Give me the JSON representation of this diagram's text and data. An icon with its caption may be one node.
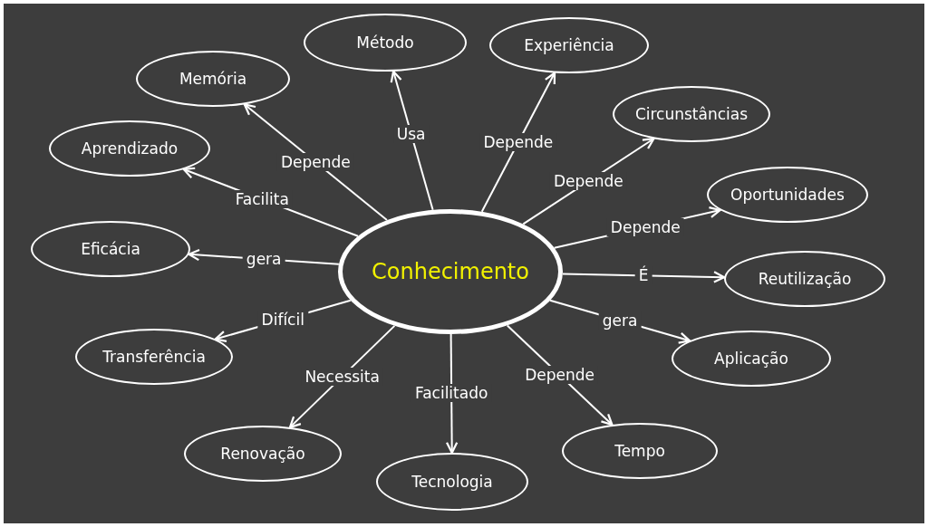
{
  "diagram": {
    "nodes": [
      {
        "text": [
          "Conhecimento"
        ]
      },
      {
        "text": [
          "Método"
        ]
      },
      {
        "text": [
          "Experiência"
        ]
      },
      {
        "text": [
          "Memória"
        ]
      },
      {
        "text": [
          "Circunstâncias"
        ]
      },
      {
        "text": [
          "Aprendizado"
        ]
      },
      {
        "text": [
          "Oportunidades"
        ]
      },
      {
        "text": [
          "Eficácia"
        ]
      },
      {
        "text": [
          "Reutilização"
        ]
      },
      {
        "text": [
          "Transferência"
        ]
      },
      {
        "text": [
          "Aplicação"
        ]
      },
      {
        "text": [
          "Renovação"
        ]
      },
      {
        "text": [
          "Tempo"
        ]
      },
      {
        "text": [
          "Tecnologia"
        ]
      }
    ],
    "edges": [
      {
        "from": 0,
        "to": 1,
        "arrow": "to",
        "label": "Usa"
      },
      {
        "from": 0,
        "to": 2,
        "arrow": "to",
        "label": "Depende"
      },
      {
        "from": 0,
        "to": 3,
        "arrow": "to",
        "label": "Depende"
      },
      {
        "from": 0,
        "to": 4,
        "arrow": "to",
        "label": "Depende"
      },
      {
        "from": 0,
        "to": 5,
        "arrow": "to",
        "label": "Facilita"
      },
      {
        "from": 0,
        "to": 6,
        "arrow": "to",
        "label": "Depende"
      },
      {
        "from": 0,
        "to": 7,
        "arrow": "to",
        "label": "gera"
      },
      {
        "from": 0,
        "to": 8,
        "arrow": "to",
        "label": "É"
      },
      {
        "from": 0,
        "to": 9,
        "arrow": "to",
        "label": "Difícil"
      },
      {
        "from": 0,
        "to": 10,
        "arrow": "to",
        "label": "gera"
      },
      {
        "from": 0,
        "to": 11,
        "arrow": "to",
        "label": "Necessita"
      },
      {
        "from": 0,
        "to": 12,
        "arrow": "to",
        "label": "Depende"
      },
      {
        "from": 0,
        "to": 13,
        "arrow": "to",
        "label": "Facilitado"
      }
    ]
  }
}
